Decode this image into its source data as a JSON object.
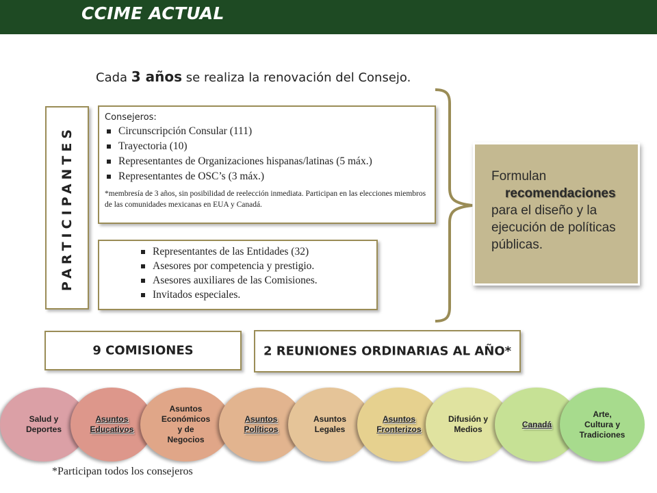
{
  "header": {
    "title": "CCIME ACTUAL",
    "bg_color": "#1e4a23"
  },
  "intro": {
    "prefix": "Cada ",
    "emph": "3 años",
    "suffix": " se realiza la renovación del Consejo."
  },
  "participantes": {
    "label": "PARTICIPANTES"
  },
  "consejeros": {
    "title": "Consejeros:",
    "items": [
      "Circunscripción Consular (111)",
      "Trayectoria (10)",
      "Representantes de Organizaciones hispanas/latinas (5 máx.)",
      "Representantes de OSC’s (3 máx.)"
    ],
    "note": "*membresía de 3 años, sin posibilidad de reelección inmediata. Participan en las elecciones miembros de las comunidades mexicanas en EUA y Canadá."
  },
  "otros": {
    "items": [
      "Representantes de las Entidades (32)",
      "Asesores por competencia y prestigio.",
      "Asesores auxiliares de las Comisiones.",
      "Invitados especiales."
    ]
  },
  "formulan": {
    "line1": "Formulan",
    "line2": "recomendaciones",
    "line3": "para el diseño y la",
    "line4": "ejecución de políticas",
    "line5": "públicas.",
    "bg_color": "#c4b991"
  },
  "comisiones_box": {
    "label": "9 COMISIONES"
  },
  "reuniones_box": {
    "label": "2 REUNIONES ORDINARIAS AL AÑO*"
  },
  "comisiones": [
    {
      "label": "Salud y\nDeportes",
      "color": "#dba0a6"
    },
    {
      "label": "Asuntos\nEducativos",
      "color": "#dd978b"
    },
    {
      "label": "Asuntos\nEconómicos\ny de\nNegocios",
      "color": "#e0a688"
    },
    {
      "label": "Asuntos\nPolíticos",
      "color": "#e2b48f"
    },
    {
      "label": "Asuntos\nLegales",
      "color": "#e5c498"
    },
    {
      "label": "Asuntos\nFronterizos",
      "color": "#e6d18f"
    },
    {
      "label": "Difusión y\nMedios",
      "color": "#e0e3a0"
    },
    {
      "label": "Canadá",
      "color": "#c6e195"
    },
    {
      "label": "Arte,\nCultura y\nTradiciones",
      "color": "#a7db8d"
    }
  ],
  "footnote": "*Participan todos los consejeros"
}
